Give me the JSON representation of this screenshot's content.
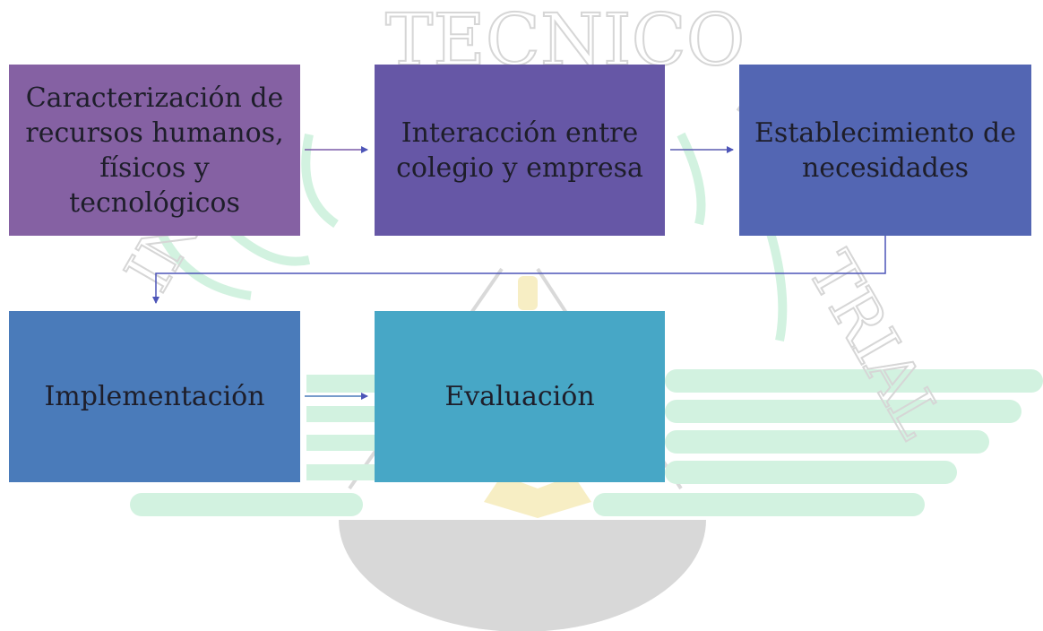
{
  "colors": {
    "step_1": "#8561a3",
    "step_2": "#6657a6",
    "step_3": "#5366b3",
    "step_4": "#4a7bba",
    "step_5": "#47a7c6",
    "connector": "#4d55b8",
    "watermark_green": "#d2f2e0",
    "watermark_gray": "#d8d8d8",
    "watermark_yellow": "#f7eec4"
  },
  "watermark": {
    "lettering": "TECNICO INDUSTRIAL"
  },
  "steps": [
    {
      "label": "Caracterización de recursos humanos, físicos y tecnológicos"
    },
    {
      "label": "Interacción entre colegio y empresa"
    },
    {
      "label": "Establecimiento de necesidades"
    },
    {
      "label": "Implementación"
    },
    {
      "label": "Evaluación"
    }
  ]
}
